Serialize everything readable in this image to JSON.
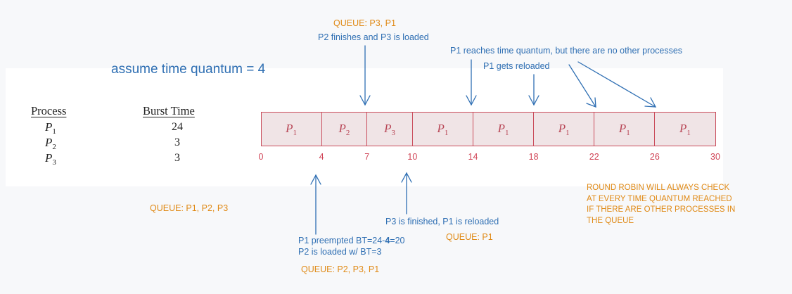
{
  "assumption": "assume time quantum = 4",
  "table": {
    "headers": {
      "process": "Process",
      "burst": "Burst Time"
    },
    "rows": [
      {
        "letter": "P",
        "num": "1",
        "burst": "24"
      },
      {
        "letter": "P",
        "num": "2",
        "burst": "3"
      },
      {
        "letter": "P",
        "num": "3",
        "burst": "3"
      }
    ]
  },
  "gantt": {
    "slots": [
      {
        "letter": "P",
        "num": "1",
        "start": 0,
        "end": 4
      },
      {
        "letter": "P",
        "num": "2",
        "start": 4,
        "end": 7
      },
      {
        "letter": "P",
        "num": "3",
        "start": 7,
        "end": 10
      },
      {
        "letter": "P",
        "num": "1",
        "start": 10,
        "end": 14
      },
      {
        "letter": "P",
        "num": "1",
        "start": 14,
        "end": 18
      },
      {
        "letter": "P",
        "num": "1",
        "start": 18,
        "end": 22
      },
      {
        "letter": "P",
        "num": "1",
        "start": 22,
        "end": 26
      },
      {
        "letter": "P",
        "num": "1",
        "start": 26,
        "end": 30
      }
    ],
    "ticks": [
      "0",
      "4",
      "7",
      "10",
      "14",
      "18",
      "22",
      "26",
      "30"
    ]
  },
  "annotations": {
    "queue_top": "QUEUE: P3, P1",
    "p2_finishes": "P2 finishes and P3 is loaded",
    "p1_quantum": "P1 reaches time quantum, but there are no other processes",
    "p1_reloaded": "P1 gets reloaded",
    "queue_initial": "QUEUE: P1, P2, P3",
    "p3_finished": "P3 is finished, P1 is reloaded",
    "queue_p1": "QUEUE: P1",
    "p1_preempted_a": "P1 preempted BT=24-",
    "p1_preempted_b": "4",
    "p1_preempted_c": "=20",
    "p2_loaded": "P2 is loaded w/ BT=3",
    "queue_bottom": "QUEUE: P2, P3, P1",
    "rr_lines": [
      "ROUND ROBIN WILL ALWAYS CHECK",
      "AT EVERY TIME QUANTUM REACHED",
      "IF THERE ARE OTHER PROCESSES IN",
      "THE QUEUE"
    ]
  },
  "colors": {
    "blue": "#2f6fb3",
    "orange": "#e08a16",
    "gantt_border": "#c94b5a",
    "gantt_fill": "#f0e4e6",
    "tick_red": "#d04456"
  }
}
